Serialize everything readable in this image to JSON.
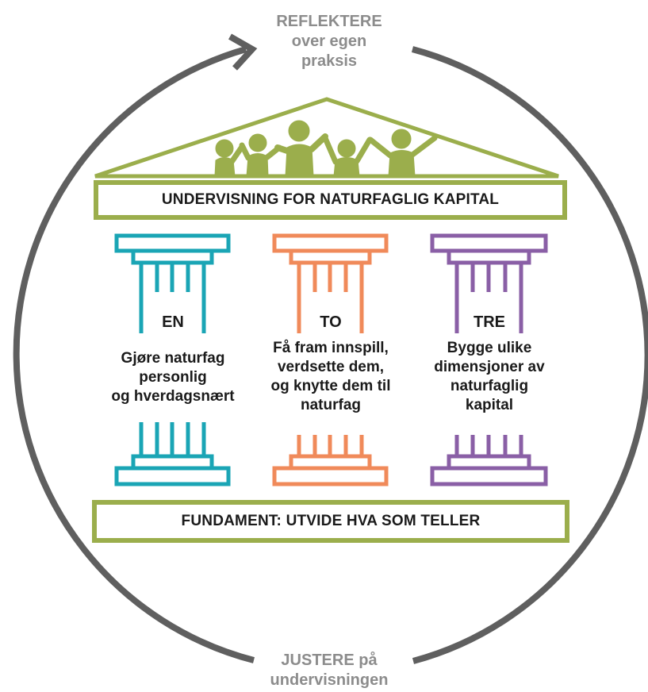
{
  "cycle": {
    "top_label_lines": [
      "REFLEKTERE",
      "over egen",
      "praksis"
    ],
    "bottom_label_lines": [
      "JUSTERE på",
      "undervisningen"
    ]
  },
  "roof": {
    "beam_label": "UNDERVISNING FOR NATURFAGLIG KAPITAL",
    "figures_icon": "people-silhouettes-icon"
  },
  "pillars": [
    {
      "title": "EN",
      "lines": [
        "Gjøre naturfag",
        "personlig",
        "og hverdagsnært"
      ]
    },
    {
      "title": "TO",
      "lines": [
        "Få fram innspill,",
        "verdsette dem,",
        "og knytte dem til",
        "naturfag"
      ]
    },
    {
      "title": "TRE",
      "lines": [
        "Bygge ulike",
        "dimensjoner av",
        "naturfaglig",
        "kapital"
      ]
    }
  ],
  "foundation": {
    "label": "FUNDAMENT: UTVIDE HVA SOM TELLER"
  },
  "colors": {
    "cycle": "#5f5f5f",
    "label_grey": "#8c8c8c",
    "green": "#9bae4c",
    "teal": "#1aa5b5",
    "orange": "#f08a5a",
    "purple": "#8a5fa6"
  }
}
